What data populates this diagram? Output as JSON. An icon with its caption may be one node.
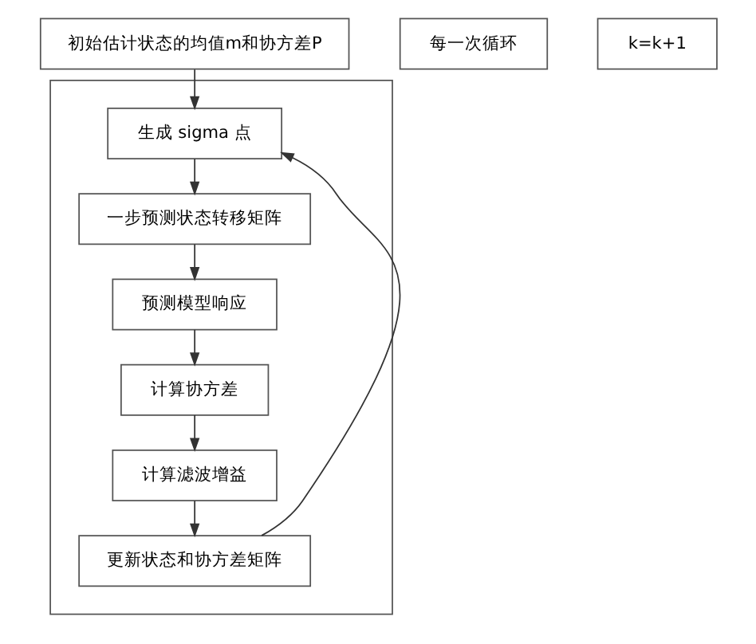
{
  "diagram": {
    "nodes": [
      {
        "text": [
          "初始估计状态的均值m和协方差P"
        ]
      },
      {
        "text": [
          "每一次循环"
        ]
      },
      {
        "text": [
          "k=k+1"
        ]
      },
      {
        "text": [],
        "shape": "box"
      },
      {
        "text": [
          "生成 sigma 点"
        ],
        "in": 3
      },
      {
        "text": [
          "一步预测状态转移矩阵"
        ],
        "in": 3
      },
      {
        "text": [
          "预测模型响应"
        ],
        "in": 3
      },
      {
        "text": [
          "计算协方差"
        ],
        "in": 3
      },
      {
        "text": [
          "计算滤波增益"
        ],
        "in": 3
      },
      {
        "text": [
          "更新状态和协方差矩阵"
        ],
        "in": 3
      }
    ],
    "edges": [
      {
        "from": 0,
        "to": 4,
        "arrow": "to"
      },
      {
        "from": 4,
        "to": 5,
        "arrow": "to"
      },
      {
        "from": 5,
        "to": 6,
        "arrow": "to"
      },
      {
        "from": 6,
        "to": 7,
        "arrow": "to"
      },
      {
        "from": 7,
        "to": 8,
        "arrow": "to"
      },
      {
        "from": 8,
        "to": 9,
        "arrow": "to"
      },
      {
        "from": 9,
        "to": 4,
        "arrow": "to"
      }
    ]
  }
}
